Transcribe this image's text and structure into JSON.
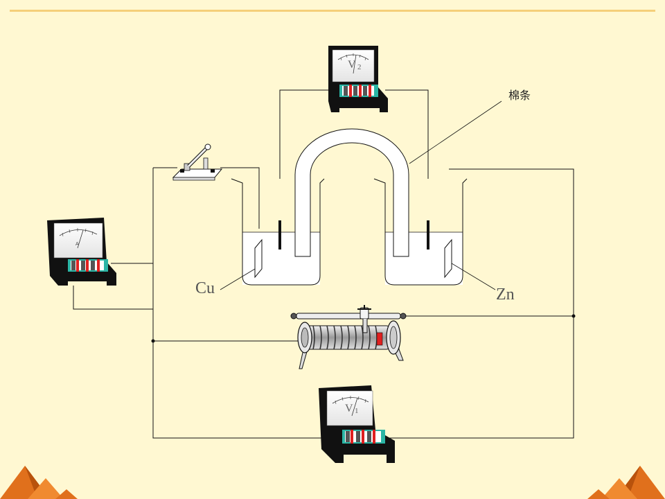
{
  "labels": {
    "cotton_strip": "棉条",
    "electrode_left": "Cu",
    "electrode_right": "Zn",
    "voltmeter_top": "V",
    "voltmeter_top_sub": "2",
    "voltmeter_bottom": "V",
    "voltmeter_bottom_sub": "1",
    "ammeter": "A"
  },
  "colors": {
    "background": "#fff8d2",
    "top_rule": "#f5cf7a",
    "corner_orange": "#e0701c",
    "meter_body": "#111111",
    "meter_teal": "#2bb5a5",
    "terminal_red": "#e02020"
  }
}
